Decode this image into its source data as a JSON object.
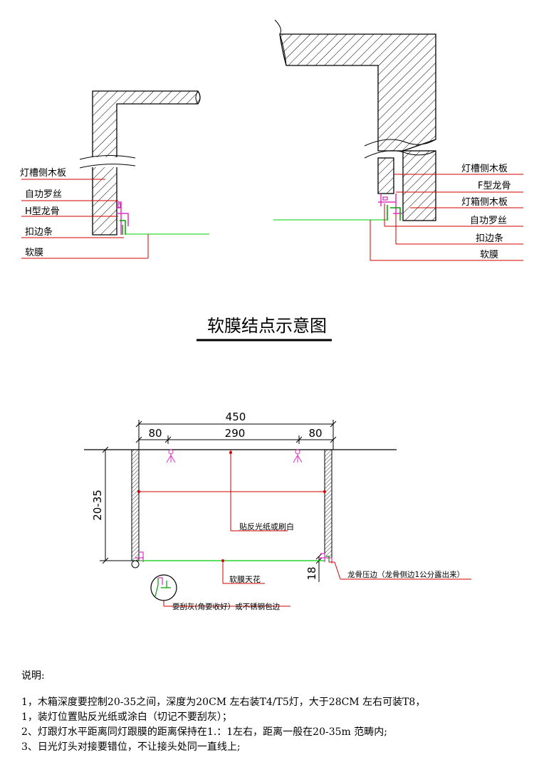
{
  "top_left_labels": [
    "灯槽侧木板",
    "自功罗丝",
    "H型龙骨",
    "扣边条",
    "软膜"
  ],
  "top_right_labels": [
    "灯槽侧木板",
    "F型龙骨",
    "灯箱侧木板",
    "自功罗丝",
    "扣边条",
    "软膜"
  ],
  "title": "软膜结点示意图",
  "dims": {
    "total": "450",
    "left": "80",
    "middle": "290",
    "right": "80",
    "depth": "20-35",
    "gap": "18"
  },
  "lower_labels": {
    "reflect": "贴反光纸或刷白",
    "ceiling": "软膜天花",
    "keel": "龙骨压边（龙骨侧边1公分露出来）",
    "corner": "要刮灰(角要收好）或不锈钢包边"
  },
  "notes": {
    "heading": "说明:",
    "lines": [
      "1，木箱深度要控制20-35之间，深度为20CM 左右装T4/T5灯，大于28CM 左右可装T8，",
      "1，装灯位置贴反光纸或涂白（切记不要刮灰）；",
      "2、灯跟灯水平距离同灯跟膜的距离保持在1.：1左右，距离一般在20-35m 范畴内;",
      "3、日光灯头对接要错位，不让接头处同一直线上;"
    ]
  }
}
